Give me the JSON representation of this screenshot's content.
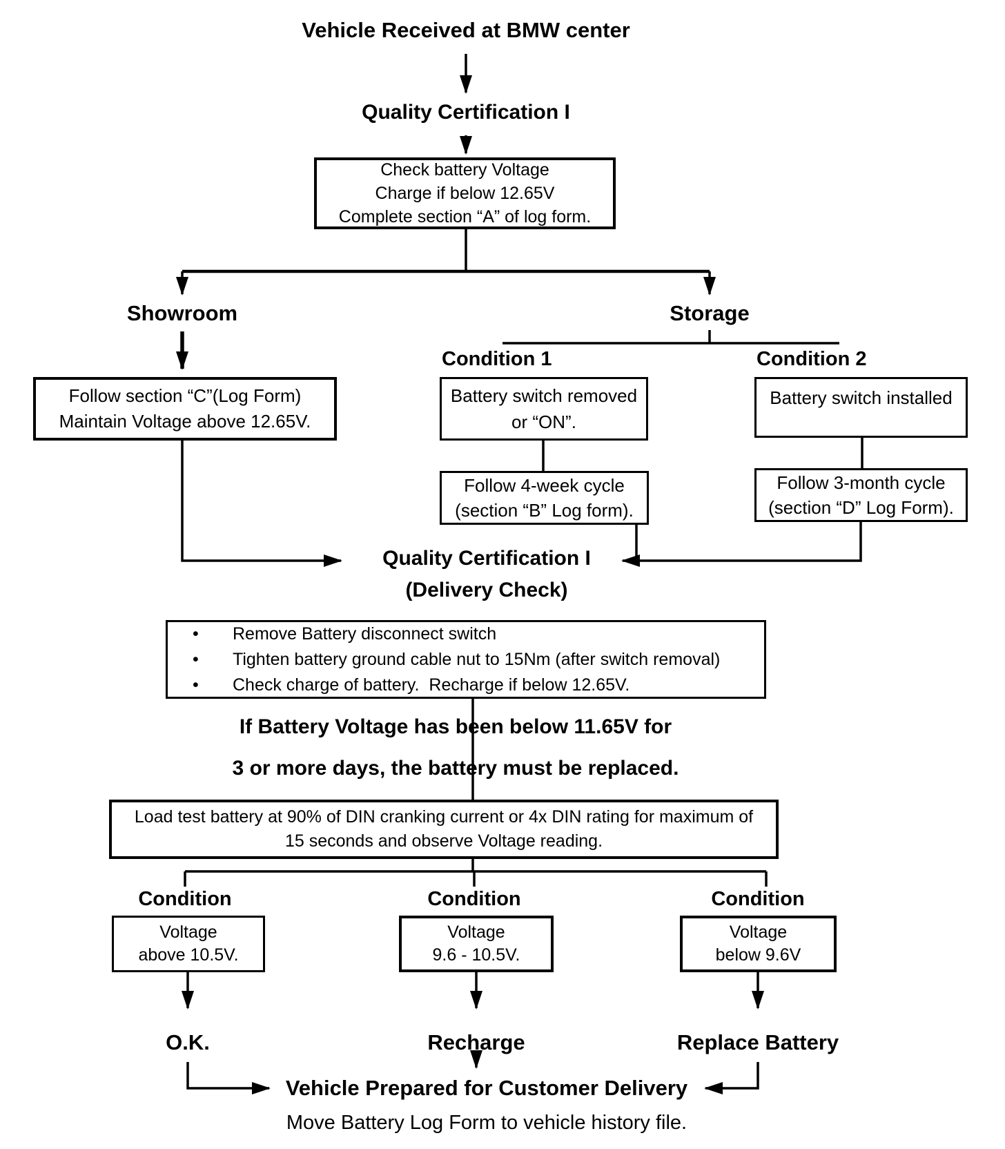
{
  "palette": {
    "ink": "#000000",
    "paper": "#ffffff"
  },
  "flow": {
    "received": "Vehicle Received at BMW center",
    "qc1": "Quality Certification I",
    "check_box": {
      "line1": "Check battery Voltage",
      "line2": "Charge if below 12.65V",
      "line3": "Complete section “A” of log form."
    },
    "showroom": {
      "label": "Showroom",
      "box_line1": "Follow section “C”(Log Form)",
      "box_line2": "Maintain Voltage above 12.65V."
    },
    "storage": {
      "label": "Storage",
      "condition1": {
        "label": "Condition 1",
        "box_line1": "Battery switch removed",
        "box_line2": "or “ON”.",
        "cycle_line1": "Follow 4-week cycle",
        "cycle_line2": "(section “B” Log form)."
      },
      "condition2": {
        "label": "Condition 2",
        "box_line1": "Battery switch installed",
        "cycle_line1": "Follow 3-month cycle",
        "cycle_line2": "(section “D” Log Form)."
      }
    },
    "qc_delivery": {
      "title": "Quality Certification I",
      "subtitle": "(Delivery Check)"
    },
    "delivery_tasks": {
      "bullet": "•",
      "item1": "Remove Battery disconnect switch",
      "item2": "Tighten battery ground cable nut to 15Nm (after switch removal)",
      "item3": "Check charge of battery.  Recharge if below 12.65V."
    },
    "replace_rule": {
      "line1": "If Battery Voltage has been below 11.65V for",
      "line2": "3 or more days, the battery must be replaced."
    },
    "load_test": {
      "line1": "Load test battery at 90% of DIN cranking current or 4x DIN rating for maximum of",
      "line2": "15 seconds and observe Voltage reading."
    },
    "outcomes": [
      {
        "label": "Condition",
        "box_line1": "Voltage",
        "box_line2": "above 10.5V.",
        "action": "O.K."
      },
      {
        "label": "Condition",
        "box_line1": "Voltage",
        "box_line2": "9.6 - 10.5V.",
        "action": "Recharge"
      },
      {
        "label": "Condition",
        "box_line1": "Voltage",
        "box_line2": "below 9.6V",
        "action": "Replace Battery"
      }
    ],
    "final": {
      "title": "Vehicle Prepared for Customer Delivery",
      "note": "Move Battery Log Form to vehicle history file."
    }
  }
}
